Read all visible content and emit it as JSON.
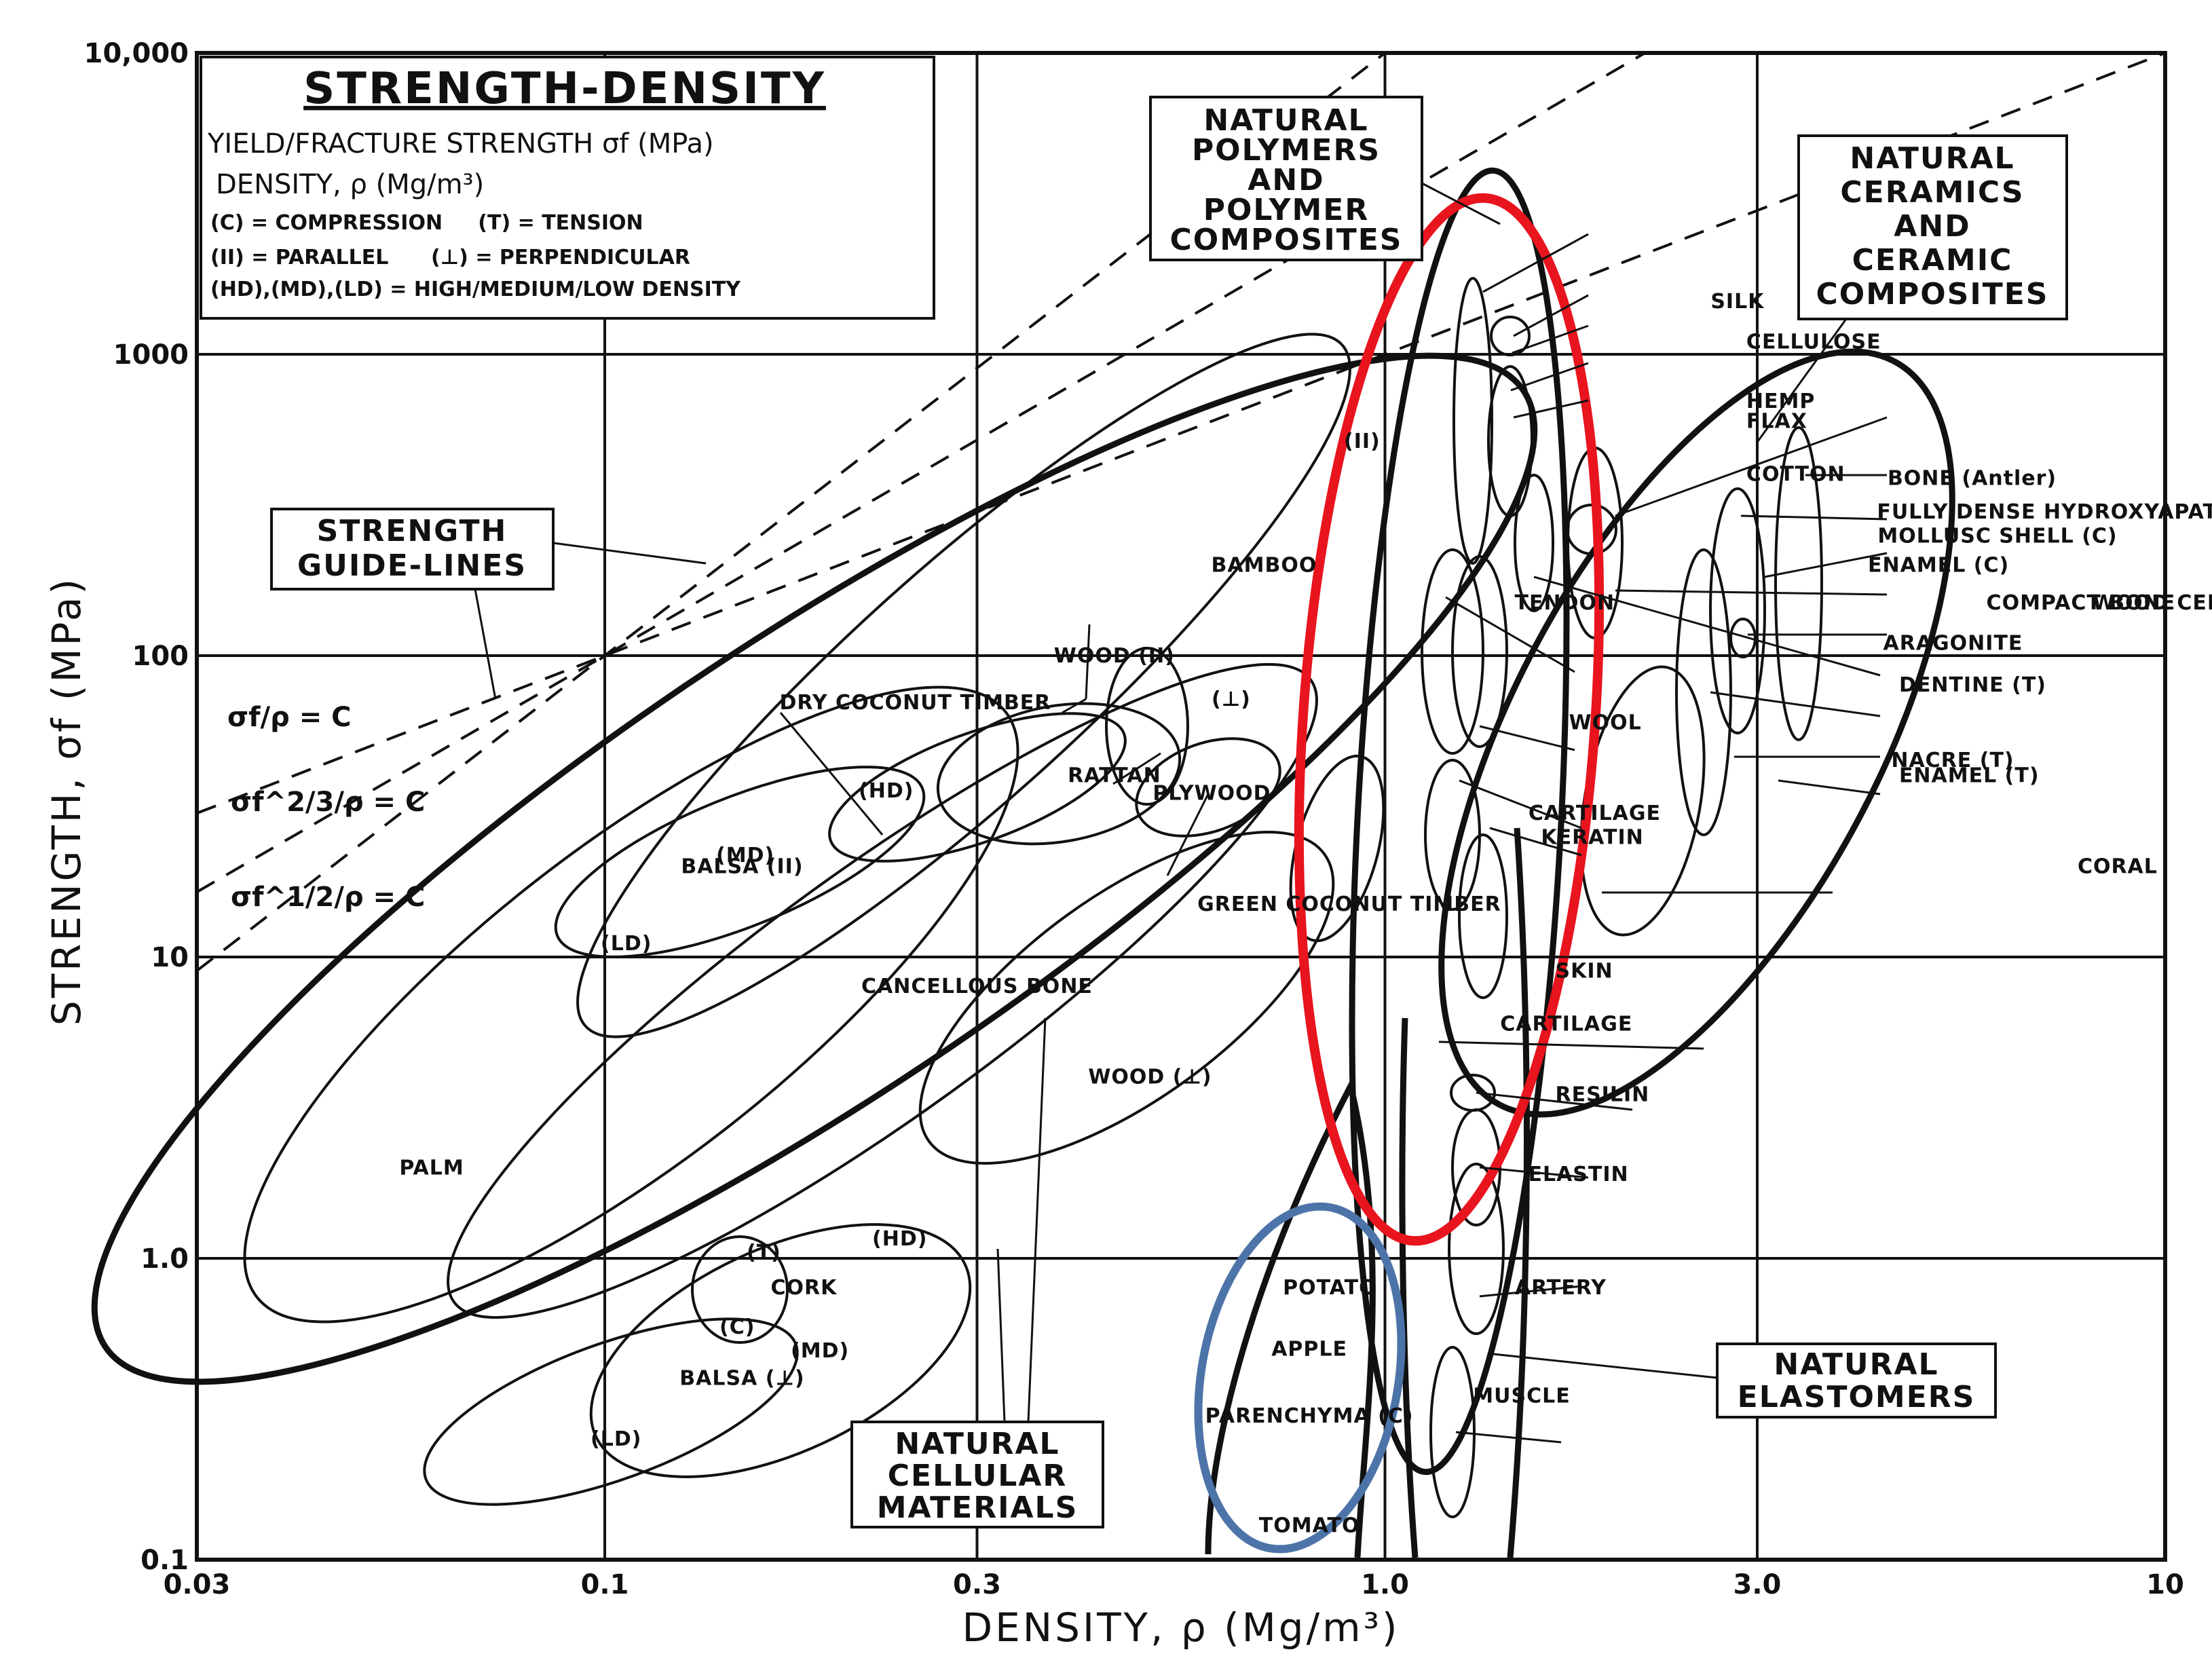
{
  "chart_data": {
    "type": "scatter",
    "title": "STRENGTH-DENSITY",
    "legend_lines": [
      "YIELD/FRACTURE STRENGTH σf (MPa)",
      "DENSITY, ρ (Mg/m³)",
      "(C) = COMPRESSION     (T) = TENSION",
      "(II) = PARALLEL      (⊥) = PERPENDICULAR",
      "(HD),(MD),(LD) = HIGH/MEDIUM/LOW DENSITY"
    ],
    "legend_placement": "top-left",
    "xlabel": "DENSITY, ρ (Mg/m³)",
    "ylabel": "STRENGTH, σf (MPa)",
    "x_scale": "log",
    "y_scale": "log",
    "xlim": [
      0.03,
      10
    ],
    "ylim": [
      0.1,
      10000
    ],
    "grid": true,
    "x_ticks": [
      {
        "v": 0.03,
        "label": "0.03"
      },
      {
        "v": 0.1,
        "label": "0.1"
      },
      {
        "v": 0.3,
        "label": "0.3"
      },
      {
        "v": 1.0,
        "label": "1.0"
      },
      {
        "v": 3.0,
        "label": "3.0"
      },
      {
        "v": 10,
        "label": "10"
      }
    ],
    "y_ticks": [
      {
        "v": 0.1,
        "label": "0.1"
      },
      {
        "v": 1,
        "label": "1.0"
      },
      {
        "v": 10,
        "label": "10"
      },
      {
        "v": 100,
        "label": "100"
      },
      {
        "v": 1000,
        "label": "1000"
      },
      {
        "v": 10000,
        "label": "10,000"
      }
    ],
    "guide_lines": [
      {
        "label": "σf/ρ = C",
        "slope": 1
      },
      {
        "label": "σf^2/3/ρ = C",
        "slope": 1.5
      },
      {
        "label": "σf^1/2/ρ = C",
        "slope": 2
      }
    ],
    "groups": [
      {
        "name": "NATURAL POLYMERS AND POLYMER COMPOSITES",
        "highlight": "red"
      },
      {
        "name": "NATURAL CERAMICS AND CERAMIC COMPOSITES"
      },
      {
        "name": "NATURAL CELLULAR MATERIALS"
      },
      {
        "name": "NATURAL ELASTOMERS"
      },
      {
        "name": "STRENGTH GUIDE-LINES"
      }
    ],
    "materials": [
      {
        "name": "SILK",
        "x": 1.35,
        "y": 1500
      },
      {
        "name": "CELLULOSE",
        "x": 1.5,
        "y": 1100
      },
      {
        "name": "HEMP",
        "x": 1.5,
        "y": 700
      },
      {
        "name": "FLAX",
        "x": 1.5,
        "y": 600
      },
      {
        "name": "COTTON",
        "x": 1.5,
        "y": 400
      },
      {
        "name": "BONE (Antler)",
        "x": 1.9,
        "y": 270
      },
      {
        "name": "FULLY DENSE HYDROXYAPATITE",
        "x": 3.1,
        "y": 300
      },
      {
        "name": "MOLLUSC SHELL (C)",
        "x": 2.7,
        "y": 250
      },
      {
        "name": "ENAMEL (C)",
        "x": 2.9,
        "y": 200
      },
      {
        "name": "COMPACT BONE",
        "x": 2.0,
        "y": 150
      },
      {
        "name": "ARAGONITE",
        "x": 2.8,
        "y": 110
      },
      {
        "name": "WOOD CELL WALL",
        "x": 1.5,
        "y": 150
      },
      {
        "name": "DENTINE (T)",
        "x": 2.5,
        "y": 80
      },
      {
        "name": "NACRE (T)",
        "x": 2.7,
        "y": 45
      },
      {
        "name": "ENAMEL (T)",
        "x": 2.5,
        "y": 40
      },
      {
        "name": "TENDON",
        "x": 1.2,
        "y": 150
      },
      {
        "name": "WOOL",
        "x": 1.3,
        "y": 60
      },
      {
        "name": "CARTILAGE",
        "x": 1.25,
        "y": 30
      },
      {
        "name": "KERATIN",
        "x": 1.35,
        "y": 25
      },
      {
        "name": "CORAL",
        "x": 1.9,
        "y": 20
      },
      {
        "name": "SKIN",
        "x": 1.3,
        "y": 9
      },
      {
        "name": "CARTILAGE",
        "x": 1.15,
        "y": 6
      },
      {
        "name": "RESILIN",
        "x": 1.3,
        "y": 3.5
      },
      {
        "name": "ELASTIN",
        "x": 1.3,
        "y": 1.9
      },
      {
        "name": "ARTERY",
        "x": 1.25,
        "y": 0.8
      },
      {
        "name": "MUSCLE",
        "x": 1.15,
        "y": 0.35
      },
      {
        "name": "POTATO",
        "x": 0.85,
        "y": 0.8
      },
      {
        "name": "APPLE",
        "x": 0.8,
        "y": 0.5
      },
      {
        "name": "PARENCHYMA (C)",
        "x": 0.8,
        "y": 0.3
      },
      {
        "name": "TOMATO",
        "x": 0.8,
        "y": 0.13
      },
      {
        "name": "BAMBOO",
        "x": 0.7,
        "y": 200
      },
      {
        "name": "WOOD (II)",
        "x": 0.45,
        "y": 100
      },
      {
        "name": "DRY COCONUT TIMBER",
        "x": 0.25,
        "y": 70
      },
      {
        "name": "RATTAN",
        "x": 0.45,
        "y": 40
      },
      {
        "name": "PLYWOOD",
        "x": 0.6,
        "y": 35
      },
      {
        "name": "GREEN COCONUT TIMBER",
        "x": 0.9,
        "y": 15
      },
      {
        "name": "BALSA (II)",
        "x": 0.15,
        "y": 20
      },
      {
        "name": "CANCELLOUS BONE",
        "x": 0.3,
        "y": 8
      },
      {
        "name": "WOOD (⊥)",
        "x": 0.5,
        "y": 4
      },
      {
        "name": "PALM",
        "x": 0.06,
        "y": 2
      },
      {
        "name": "CORK",
        "x": 0.18,
        "y": 0.8
      },
      {
        "name": "BALSA (⊥)",
        "x": 0.15,
        "y": 0.4
      }
    ]
  },
  "labels": {
    "ticks_x": [
      "0.03",
      "0.1",
      "0.3",
      "1.0",
      "3.0",
      "10"
    ],
    "ticks_y": [
      "0.1",
      "1.0",
      "10",
      "100",
      "1000",
      "10,000"
    ],
    "guide_box": [
      "STRENGTH",
      "GUIDE-LINES"
    ],
    "guide_eq_1": "σf/ρ = C",
    "guide_eq_2": "σf^2/3/ρ = C",
    "guide_eq_3": "σf^1/2/ρ = C",
    "polymers_box": [
      "NATURAL",
      "POLYMERS",
      "AND",
      "POLYMER",
      "COMPOSITES"
    ],
    "ceramics_box": [
      "NATURAL",
      "CERAMICS",
      "AND",
      "CERAMIC",
      "COMPOSITES"
    ],
    "cellular_box": [
      "NATURAL",
      "CELLULAR",
      "MATERIALS"
    ],
    "elastomers_box": [
      "NATURAL",
      "ELASTOMERS"
    ],
    "small": {
      "ii_top": "(II)",
      "perp": "(⊥)",
      "hd1": "(HD)",
      "md1": "(MD)",
      "ld1": "(LD)",
      "hd2": "(HD)",
      "md2": "(MD)",
      "ld2": "(LD)",
      "t": "(T)",
      "c": "(C)"
    }
  },
  "colors": {
    "ink": "#111111",
    "highlight_red": "#e8141e",
    "highlight_blue": "#4d74a8",
    "background": "#ffffff"
  }
}
